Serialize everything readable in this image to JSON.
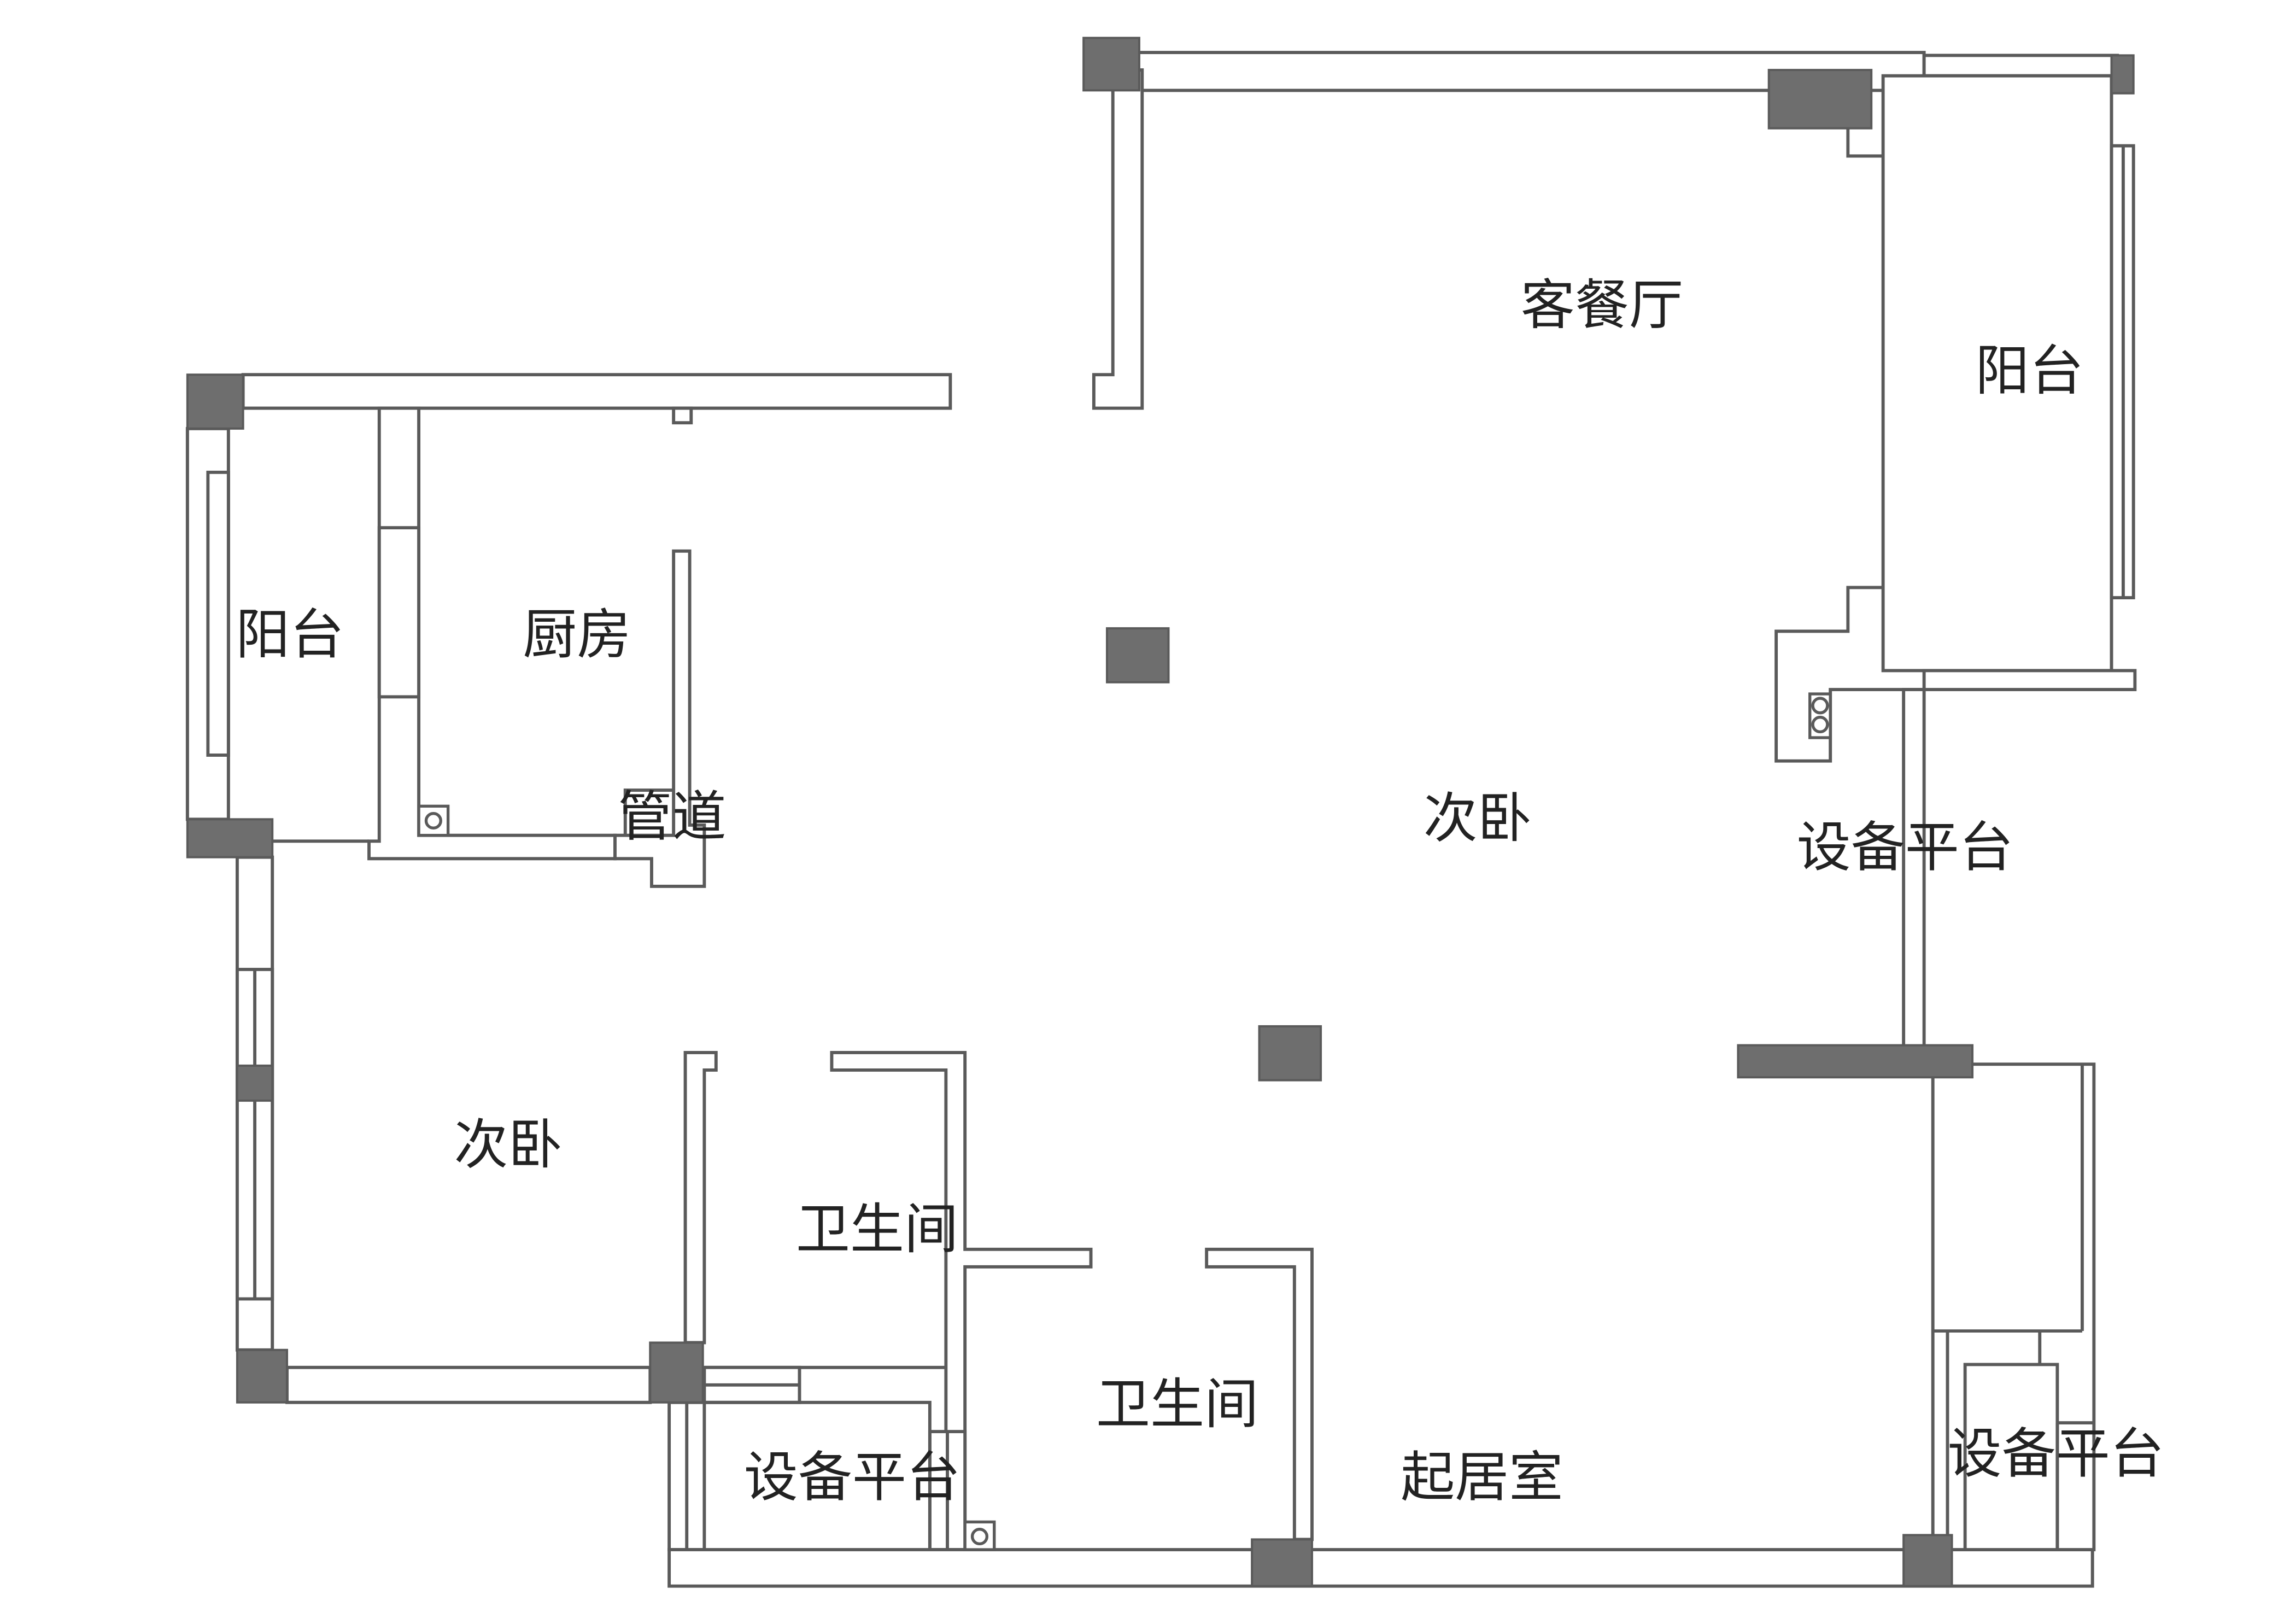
{
  "rooms": {
    "living_dining": "客餐厅",
    "balcony_east": "阳台",
    "balcony_west": "阳台",
    "kitchen": "厨房",
    "duct": "管道",
    "bedroom_center": "次卧",
    "equipment_platform_east": "设备平台",
    "bedroom_west": "次卧",
    "bathroom_1": "卫生间",
    "bathroom_2": "卫生间",
    "equipment_platform_south": "设备平台",
    "study": "起居室",
    "equipment_platform_southeast": "设备平台"
  },
  "colors": {
    "wall_line": "#5a5a5a",
    "column_fill": "#6e6e6e",
    "background": "#ffffff"
  }
}
